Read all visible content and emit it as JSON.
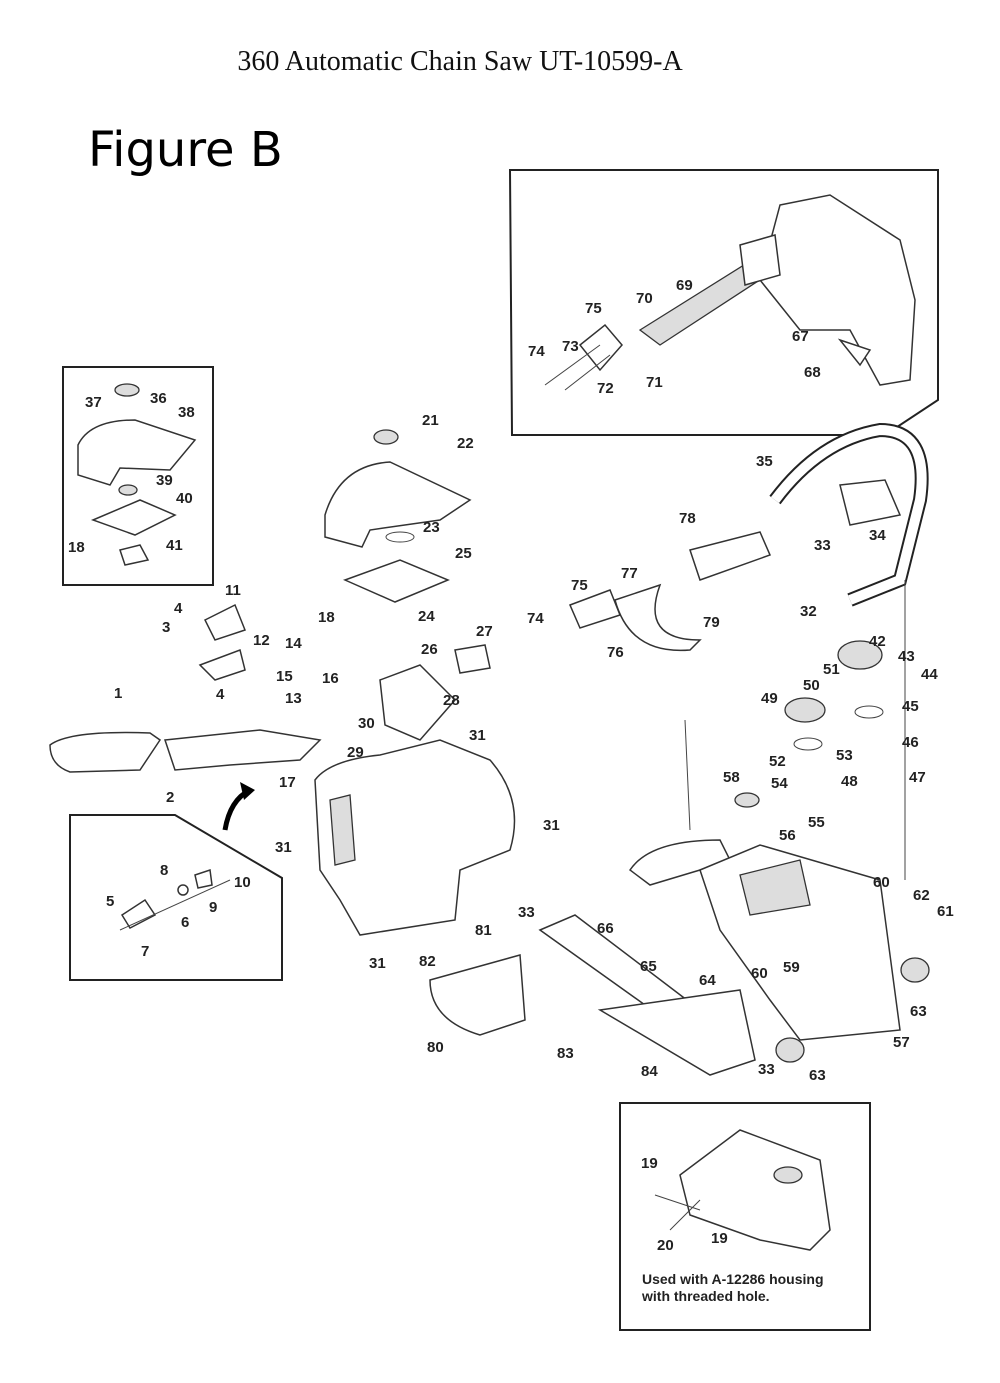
{
  "title": "360 Automatic Chain Saw UT-10599-A",
  "figure_label": "Figure B",
  "callouts": [
    "69",
    "70",
    "75",
    "74",
    "73",
    "67",
    "68",
    "72",
    "71",
    "36",
    "37",
    "38",
    "39",
    "40",
    "18",
    "41",
    "21",
    "22",
    "23",
    "25",
    "18",
    "24",
    "27",
    "26",
    "11",
    "4",
    "3",
    "12",
    "14",
    "15",
    "16",
    "4",
    "13",
    "28",
    "30",
    "31",
    "29",
    "1",
    "2",
    "17",
    "31",
    "31",
    "31",
    "8",
    "10",
    "9",
    "5",
    "6",
    "7",
    "35",
    "78",
    "33",
    "34",
    "77",
    "75",
    "74",
    "79",
    "76",
    "32",
    "42",
    "43",
    "44",
    "51",
    "50",
    "49",
    "45",
    "46",
    "52",
    "53",
    "54",
    "48",
    "47",
    "58",
    "55",
    "56",
    "60",
    "62",
    "61",
    "33",
    "66",
    "81",
    "82",
    "65",
    "60",
    "59",
    "64",
    "63",
    "80",
    "83",
    "84",
    "33",
    "63",
    "57",
    "19",
    "20",
    "19"
  ],
  "inset_note": {
    "line1": "Used with A-12286 housing",
    "line2": "with threaded hole."
  }
}
